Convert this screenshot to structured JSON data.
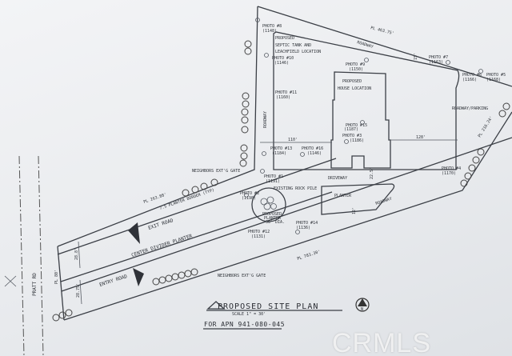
{
  "plan": {
    "title": "PROPOSED SITE PLAN",
    "scale": "SCALE 1\" = 30'",
    "apn": "FOR APN 941-080-045",
    "north_label": "N",
    "street": "PRATT RD",
    "labels": {
      "septic": [
        "PROPOSED",
        "SEPTIC TANK AND",
        "LEACHFIELD LOCATION"
      ],
      "house": [
        "PROPOSED",
        "HOUSE LOCATION"
      ],
      "roadway_top": "ROADWAY",
      "roadway_left": "ROADWAY",
      "roadway_parking": "ROADWAY/PARKING",
      "roadway_lower": "ROADWAY",
      "driveway": "DRIVEWAY",
      "planter": "PLANTER",
      "rock_pile": "EXISTING ROCK PILE",
      "proposed_planter": [
        "PROPOSED",
        "PLANTER",
        "36' DIA."
      ],
      "exit_road": "EXIT ROAD",
      "entry_road": "ENTRY ROAD",
      "center_divider": "CENTER DIVIDER PLANTER",
      "planter_border": "7.5 PLANTER BORDER (TYP)",
      "neighbor_gate_top": "NEIGHBORS EXT'G GATE",
      "neighbor_gate_bottom": "NEIGHBORS EXT'G GATE",
      "pl_top": "PL 463.75'",
      "pl_mid": "PL 263.88'",
      "pl_bottom": "PL 783.30'",
      "pl_left": "PL 80'",
      "pl_right": "PL 216.24'",
      "dim_110": "110'",
      "dim_128": "128'",
      "dim_15": "15'",
      "dim_28a": "28.8'",
      "dim_28b": "28.75'",
      "dim_22": "22.5'",
      "dim_12": "12'"
    },
    "photos": [
      {
        "label": "PHOTO #8",
        "ref": "(1148)"
      },
      {
        "label": "PHOTO #10",
        "ref": "(1146)"
      },
      {
        "label": "PHOTO #9",
        "ref": "(1150)"
      },
      {
        "label": "PHOTO #7",
        "ref": "(1163)"
      },
      {
        "label": "PHOTO #6",
        "ref": "(1166)"
      },
      {
        "label": "PHOTO #5",
        "ref": "(1168)"
      },
      {
        "label": "PHOTO #11",
        "ref": "(1160)"
      },
      {
        "label": "PHOTO #15",
        "ref": "(1187)"
      },
      {
        "label": "PHOTO #3",
        "ref": "(1186)"
      },
      {
        "label": "PHOTO #13",
        "ref": "(1184)"
      },
      {
        "label": "PHOTO #16",
        "ref": "(1146)"
      },
      {
        "label": "PHOTO #1",
        "ref": "(1191)"
      },
      {
        "label": "PHOTO #2",
        "ref": "(1198)"
      },
      {
        "label": "PHOTO #12",
        "ref": "(1131)"
      },
      {
        "label": "PHOTO #14",
        "ref": "(1136)"
      },
      {
        "label": "PHOTO #4",
        "ref": "(1170)"
      }
    ]
  },
  "watermark": "CRMLS"
}
